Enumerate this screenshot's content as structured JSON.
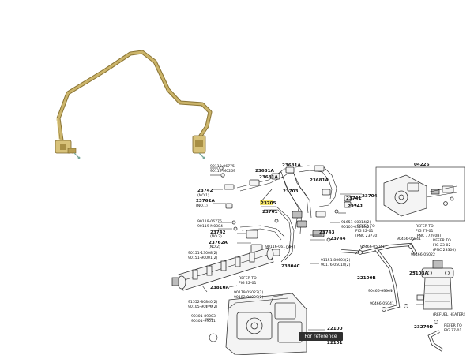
{
  "labels": {
    "a_90119_06775": "90119-06775",
    "a_90119_m0269": "90119-M0269",
    "a_23681a_1": "23681A",
    "a_23681a_2": "23681A",
    "a_23681a_3": "23681A",
    "a_23681a_4": "23681A",
    "a_23742_1": "23742",
    "a_23742_1n": "(NO.1)",
    "a_23762a_1": "23762A",
    "a_23762a_1n": "(NO.1)",
    "a_23703": "23703",
    "a_23705": "23705",
    "a_23704": "23704",
    "a_23741_1": "23741",
    "a_23741_2": "23741",
    "a_23761": "23761",
    "a_90119_06775b": "90119-06775",
    "a_90119_m0384": "90119-M0384",
    "a_23742_2": "23742",
    "a_23742_2n": "(NO.2)",
    "a_23762a_2": "23762A",
    "a_23762a_2n": "(NO.2)",
    "a_91651_60814": "91651-60814(2)",
    "a_90105_05110": "90105-05110(2)",
    "a_23743": "23743",
    "a_23744": "23744",
    "a_90116_06173": "90116-06173(2)",
    "a_23804c": "23804C",
    "a_91151_80603": "91151-80603(2)",
    "a_90176_05018": "90176-05018(2)",
    "a_refer_22": "REFER TO",
    "a_fig_22_01": "FIG 22-01",
    "a_pnc_23770": "(PNC 23770)",
    "a_90466_05041a": "90466-05041",
    "a_90466_05041b": "90466-05041",
    "a_90466_05022": "90466-05022",
    "a_22100b": "22100B",
    "a_04226": "04226",
    "a_refer_77": "REFER TO",
    "a_fig_77_01": "FIG 77-01",
    "a_pnc_77290": "(PNC 77290B)",
    "a_refer_23": "REFER TO",
    "a_fig_23_02": "FIG 23-02",
    "a_pnc_23300": "(PNC 23300)",
    "a_23103a": "23103A",
    "a_90466_05041c": "90466-05041",
    "a_90466_05041d": "90466-05041",
    "a_refuel_heater": "(REFUEL HEATER)",
    "a_23274d": "23274D",
    "a_refer_77b": "REFER TO",
    "a_fig_77_01b": "FIG 77-01",
    "a_90151_13008": "90151-13008(2)",
    "a_90151_90001": "90151-90001(2)",
    "a_refer_22b": "REFER TO",
    "a_fig_22_01b": "FIG 22-01",
    "a_23810a": "23810A",
    "a_90179_05022": "90179-05022(2)",
    "a_90182_90009": "90182-90009(2)",
    "a_91552_80840": "91552-80840(2)",
    "a_90105_90170": "90105-90170(2)",
    "a_90301_89003": "90301-89003",
    "a_90301_99011": "90301-99011",
    "a_22100": "22100",
    "a_22101": "22101"
  },
  "badge_text": "For reference only",
  "colors": {
    "pipe": "#cbb46a",
    "pipe_dark": "#8a7434",
    "highlight": "#f2e36a"
  }
}
